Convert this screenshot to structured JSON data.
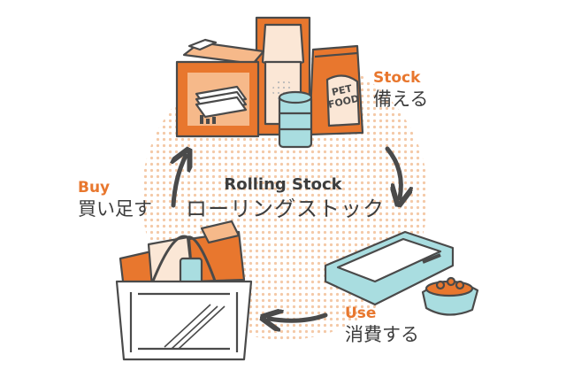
{
  "colors": {
    "accent": "#e8772e",
    "text": "#3d3d3d",
    "dots": "#f4c9a7",
    "tray": "#a9dde0",
    "outline": "#4a4a4a"
  },
  "center": {
    "title_en": "Rolling Stock",
    "title_jp": "ローリングストック"
  },
  "steps": {
    "stock": {
      "en": "Stock",
      "jp": "備える"
    },
    "use": {
      "en": "Use",
      "jp": "消費する"
    },
    "buy": {
      "en": "Buy",
      "jp": "買い足す"
    }
  },
  "items": {
    "pet_food_bag_text_1": "PET",
    "pet_food_bag_text_2": "FOOD"
  }
}
